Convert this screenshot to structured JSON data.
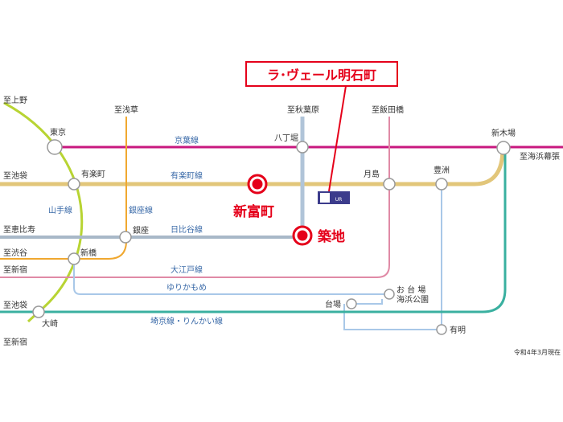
{
  "lines": {
    "keiyo": {
      "name": "京葉線",
      "color": "#c8187f"
    },
    "yurakucho": {
      "name": "有楽町線",
      "color": "#e2c67a"
    },
    "hibiya": {
      "name": "日比谷線",
      "color": "#a8b8c8"
    },
    "oedo": {
      "name": "大江戸線",
      "color": "#e08aa6"
    },
    "yurikamome": {
      "name": "ゆりかもめ",
      "color": "#a9c8e8"
    },
    "saikyo": {
      "name": "埼京線・りんかい線",
      "color": "#3ab0a0"
    },
    "yamanote": {
      "name": "山手線",
      "color": "#b8d433"
    },
    "ginza": {
      "name": "銀座線",
      "color": "#f0a830"
    },
    "hanzomon": {
      "name": "",
      "color": "#b0c4d8"
    }
  },
  "stations": {
    "tokyo": "東京",
    "yurakucho": "有楽町",
    "shinbashi": "新橋",
    "ginza": "銀座",
    "osaki": "大崎",
    "hatchobori": "八丁堀",
    "tsukishima": "月島",
    "toyosu": "豊洲",
    "shinkiba": "新木場",
    "odaiba_kaihin_koen_line1": "お 台 場",
    "odaiba_kaihin_koen_line2": "海浜公園",
    "daiba": "台場",
    "ariake": "有明",
    "shintomicho": "新富町",
    "tsukiji": "築地"
  },
  "directions": {
    "to_ueno": "至上野",
    "to_asakusa": "至浅草",
    "to_akihabara": "至秋葉原",
    "to_iidabashi": "至飯田橋",
    "to_ikebukuro_1": "至池袋",
    "to_ebisu": "至恵比寿",
    "to_shibuya": "至渋谷",
    "to_shinjuku_1": "至新宿",
    "to_ikebukuro_2": "至池袋",
    "to_shinjuku_2": "至新宿",
    "to_kaihinmakuhari": "至海浜幕張"
  },
  "callout": {
    "title": "ラ･ヴェール明石町"
  },
  "ur_mark": "UR",
  "note": "令和4年3月現在",
  "colors": {
    "accent": "#e5001a"
  }
}
